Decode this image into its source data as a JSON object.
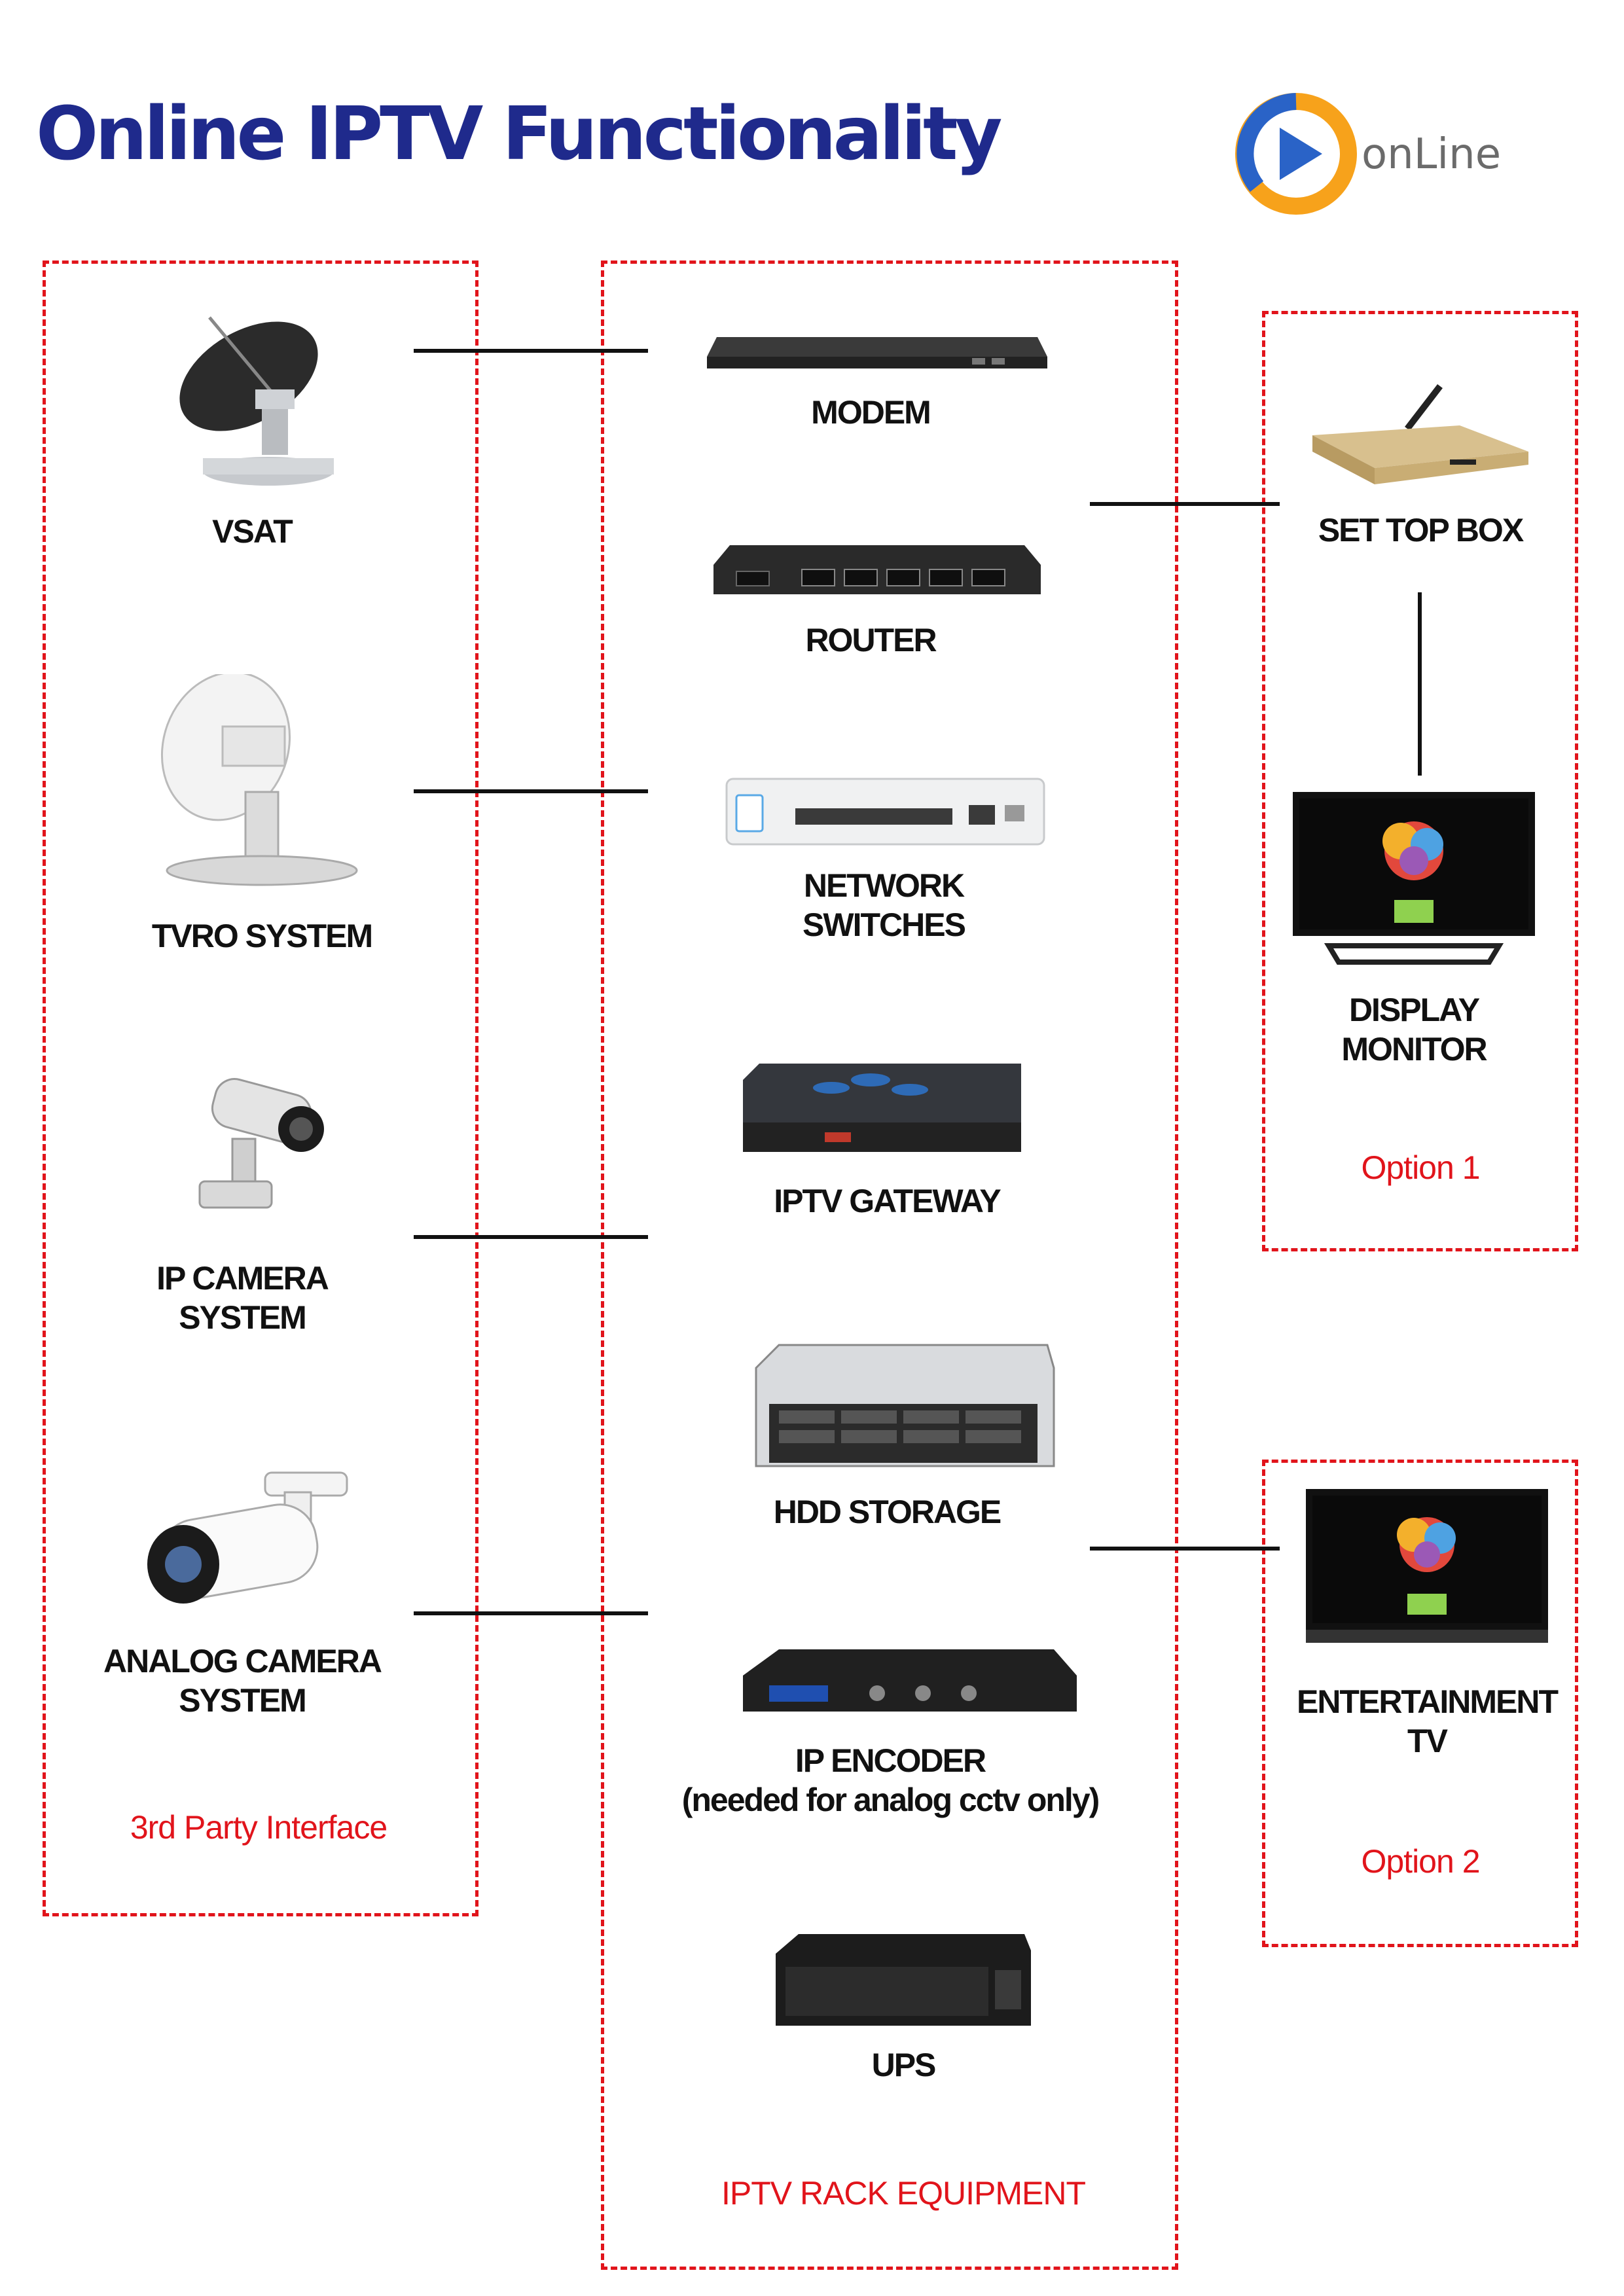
{
  "header": {
    "title": "Online IPTV Functionality",
    "logo_text": "onLine"
  },
  "colors": {
    "title": "#1f2a8c",
    "group_border": "#e1141b",
    "logo_orange": "#f7a21b",
    "logo_blue": "#2a63c7"
  },
  "groups": {
    "third_party": {
      "label": "3rd Party Interface"
    },
    "rack": {
      "label": "IPTV RACK EQUIPMENT"
    },
    "option1": {
      "label": "Option 1"
    },
    "option2": {
      "label": "Option 2"
    }
  },
  "devices": {
    "vsat": {
      "line1": "VSAT",
      "icon": "satellite-dish-icon"
    },
    "tvro": {
      "line1": "TVRO SYSTEM",
      "icon": "radome-antenna-icon"
    },
    "ip_camera": {
      "line1": "IP CAMERA",
      "line2": "SYSTEM",
      "icon": "bullet-camera-icon"
    },
    "analog_camera": {
      "line1": "ANALOG CAMERA",
      "line2": "SYSTEM",
      "icon": "dome-camera-icon"
    },
    "modem": {
      "line1": "MODEM",
      "icon": "modem-icon"
    },
    "router": {
      "line1": "ROUTER",
      "icon": "router-icon"
    },
    "network_switches": {
      "line1": "NETWORK",
      "line2": "SWITCHES",
      "icon": "network-switch-icon"
    },
    "iptv_gateway": {
      "line1": "IPTV GATEWAY",
      "icon": "gateway-server-icon"
    },
    "hdd_storage": {
      "line1": "HDD STORAGE",
      "icon": "storage-server-icon"
    },
    "ip_encoder": {
      "line1": "IP ENCODER",
      "line2": "(needed for analog cctv only)",
      "icon": "encoder-icon"
    },
    "ups": {
      "line1": "UPS",
      "icon": "ups-icon"
    },
    "set_top_box": {
      "line1": "SET TOP BOX",
      "icon": "set-top-box-icon"
    },
    "display_monitor": {
      "line1": "DISPLAY",
      "line2": "MONITOR",
      "icon": "tv-monitor-icon"
    },
    "entertainment_tv": {
      "line1": "ENTERTAINMENT",
      "line2": "TV",
      "icon": "tv-icon"
    }
  }
}
